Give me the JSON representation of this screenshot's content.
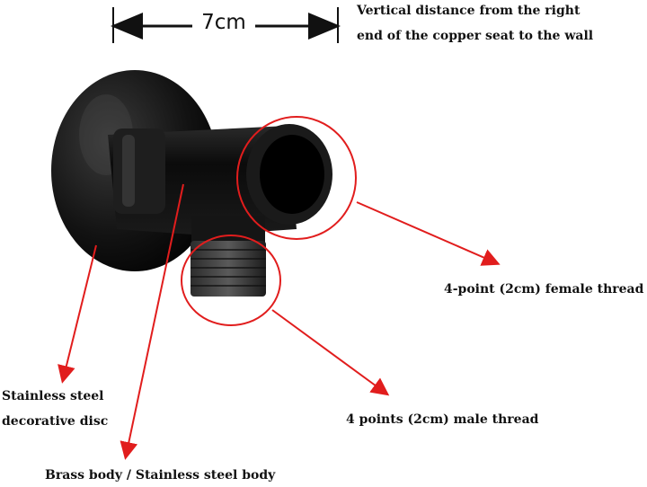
{
  "dimension": {
    "value": "7cm"
  },
  "labels": {
    "distance_line1": "Vertical distance from the right",
    "distance_line2": "end of the copper seat to the wall",
    "female_thread": "4-point (2cm) female thread",
    "male_thread": "4 points (2cm) male thread",
    "disc_line1": "Stainless steel",
    "disc_line2": "decorative disc",
    "body": "Brass body / Stainless steel body"
  },
  "colors": {
    "accent": "#e11d1d",
    "product": "#111111",
    "text": "#111111"
  }
}
